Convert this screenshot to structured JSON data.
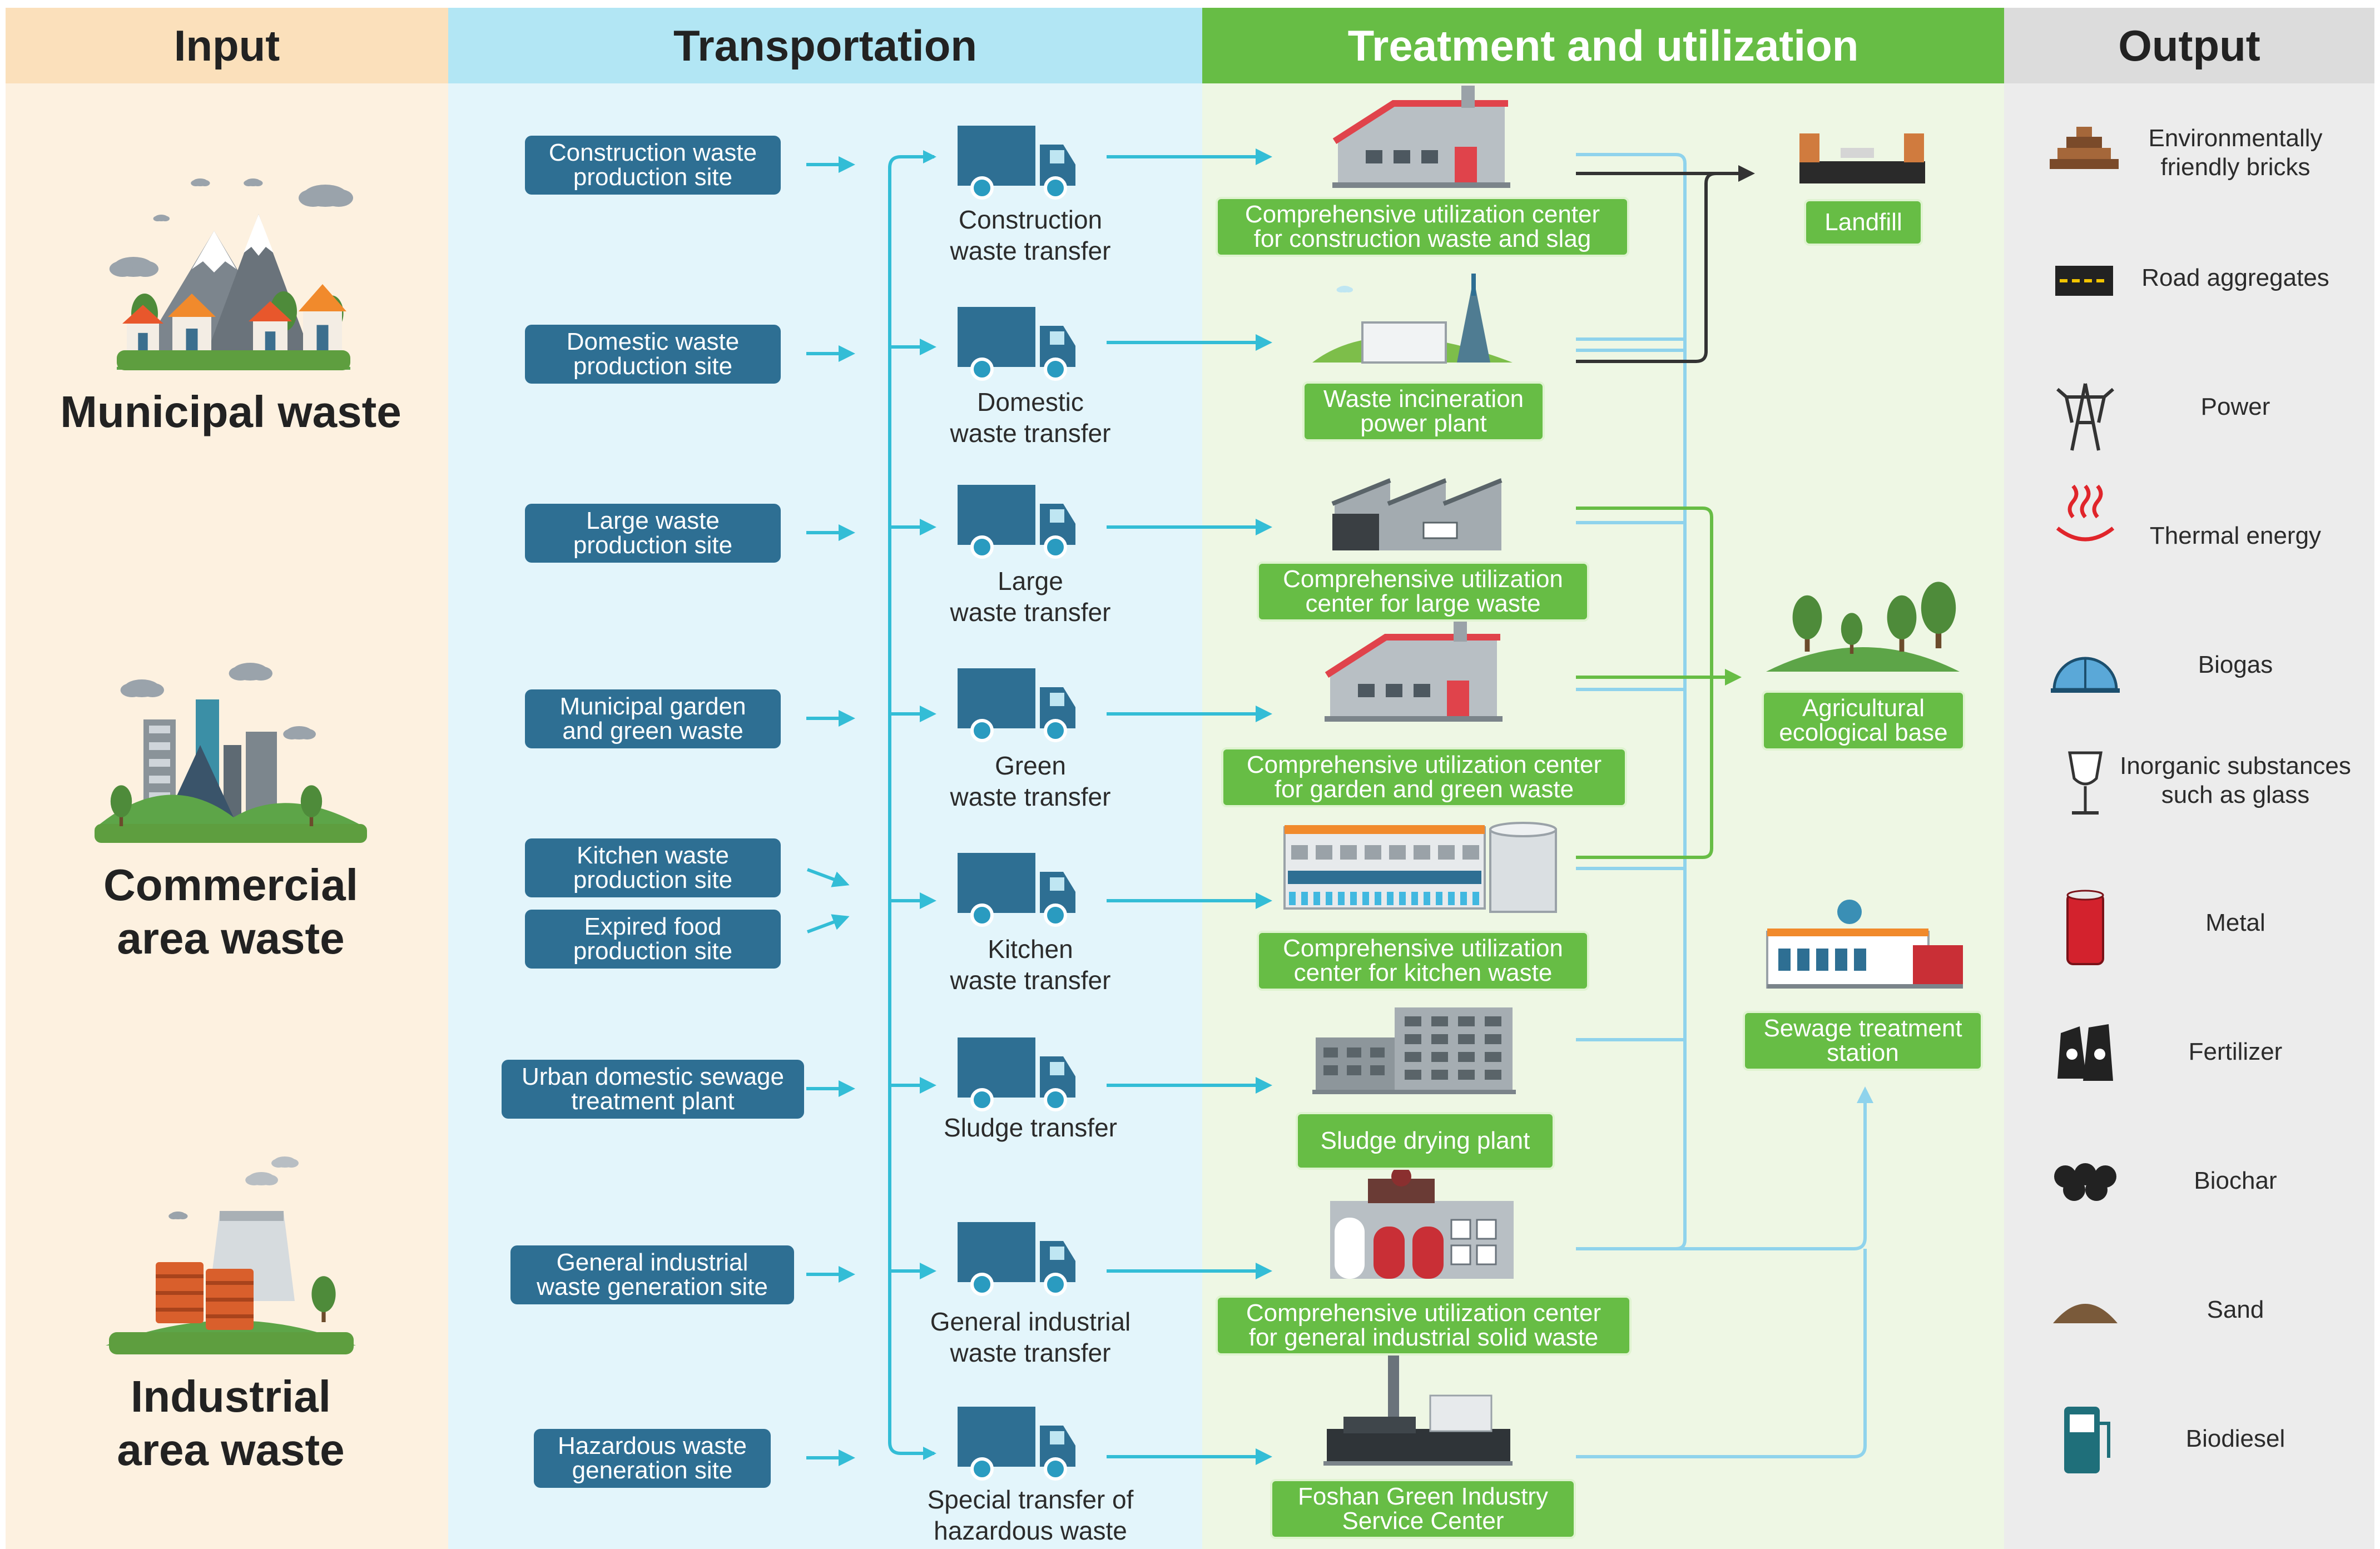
{
  "headers": {
    "input": "Input",
    "transportation": "Transportation",
    "treatment": "Treatment and utilization",
    "output": "Output"
  },
  "inputs": [
    {
      "label": "Municipal waste"
    },
    {
      "label": "Commercial\narea waste"
    },
    {
      "label": "Industrial\narea waste"
    }
  ],
  "sources": [
    {
      "label": "Construction waste\nproduction site"
    },
    {
      "label": "Domestic waste\nproduction site"
    },
    {
      "label": "Large waste\nproduction site"
    },
    {
      "label": "Municipal garden\nand green waste"
    },
    {
      "label": "Kitchen waste\nproduction site"
    },
    {
      "label": "Expired food\nproduction site"
    },
    {
      "label": "Urban domestic sewage\ntreatment plant"
    },
    {
      "label": "General industrial\nwaste generation site"
    },
    {
      "label": "Hazardous waste\ngeneration site"
    }
  ],
  "transfers": [
    {
      "label": "Construction\nwaste transfer"
    },
    {
      "label": "Domestic\nwaste transfer"
    },
    {
      "label": "Large\nwaste transfer"
    },
    {
      "label": "Green\nwaste transfer"
    },
    {
      "label": "Kitchen\nwaste transfer"
    },
    {
      "label": "Sludge transfer"
    },
    {
      "label": "General industrial\nwaste transfer"
    },
    {
      "label": "Special transfer of\nhazardous waste"
    }
  ],
  "centers": [
    {
      "label": "Comprehensive utilization center\nfor construction waste and slag"
    },
    {
      "label": "Waste incineration\npower plant"
    },
    {
      "label": "Comprehensive utilization\ncenter for large waste"
    },
    {
      "label": "Comprehensive utilization center\nfor garden and green waste"
    },
    {
      "label": "Comprehensive utilization\ncenter for kitchen waste"
    },
    {
      "label": "Sludge drying plant"
    },
    {
      "label": "Comprehensive utilization center\nfor general industrial solid waste"
    },
    {
      "label": "Foshan Green Industry\nService Center"
    }
  ],
  "destinations": [
    {
      "label": "Landfill"
    },
    {
      "label": "Agricultural\necological base"
    },
    {
      "label": "Sewage treatment\nstation"
    }
  ],
  "outputs": [
    {
      "label": "Environmentally\nfriendly bricks",
      "icon": "bricks-icon"
    },
    {
      "label": "Road aggregates",
      "icon": "road-icon"
    },
    {
      "label": "Power",
      "icon": "power-tower-icon"
    },
    {
      "label": "Thermal energy",
      "icon": "heat-icon"
    },
    {
      "label": "Biogas",
      "icon": "biogas-dome-icon"
    },
    {
      "label": "Inorganic substances\nsuch as glass",
      "icon": "glass-icon"
    },
    {
      "label": "Metal",
      "icon": "metal-can-icon"
    },
    {
      "label": "Fertilizer",
      "icon": "fertilizer-bag-icon"
    },
    {
      "label": "Biochar",
      "icon": "biochar-icon"
    },
    {
      "label": "Sand",
      "icon": "sand-pile-icon"
    },
    {
      "label": "Biodiesel",
      "icon": "fuel-pump-icon"
    }
  ],
  "colors": {
    "input_bg": "#fdf1e0",
    "input_header": "#fbe0bb",
    "transport_bg": "#e3f5fb",
    "transport_header": "#b2e6f4",
    "treatment_bg": "#eef7e4",
    "treatment_header": "#67bd45",
    "output_bg": "#ececec",
    "output_header": "#dcdcdc",
    "source_box": "#2e6f93",
    "truck": "#2e6f93",
    "arrow_cyan": "#33bdd6",
    "arrow_light": "#8fd3ec",
    "arrow_green": "#67bd45",
    "arrow_dark": "#333333"
  }
}
